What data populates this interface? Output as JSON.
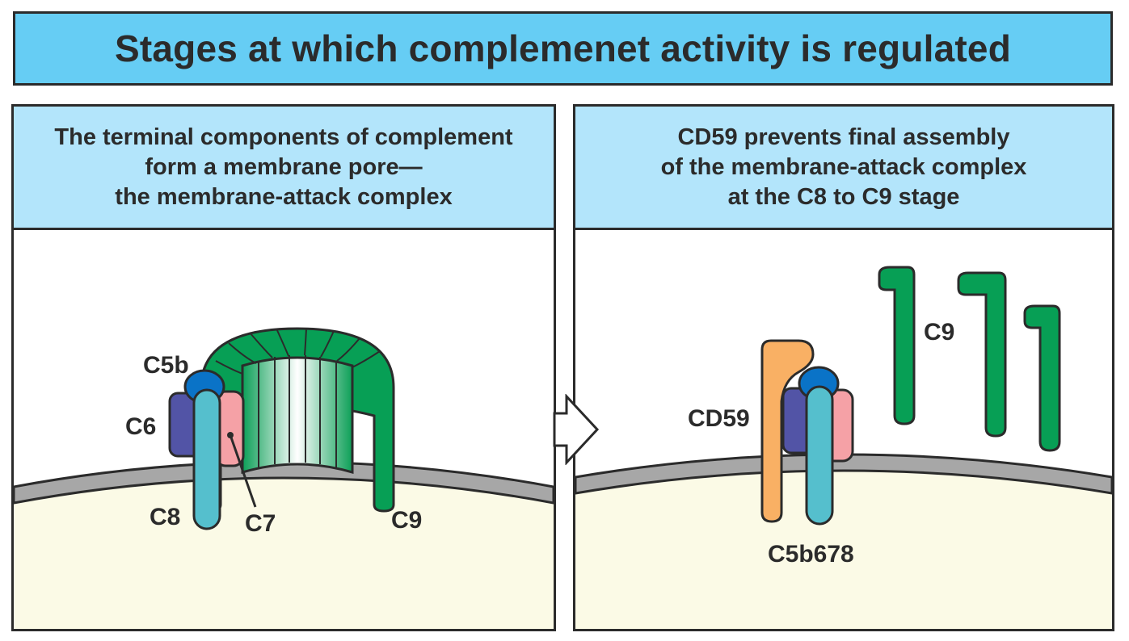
{
  "title": "Stages at which complemenet activity is regulated",
  "left_panel": {
    "caption": [
      "The terminal components of complement",
      "form  a membrane pore—",
      "the membrane-attack complex"
    ],
    "labels": {
      "c5b": "C5b",
      "c6": "C6",
      "c7": "C7",
      "c8": "C8",
      "c9": "C9"
    }
  },
  "right_panel": {
    "caption": [
      "CD59 prevents final assembly",
      "of the membrane-attack complex",
      "at the C8 to C9 stage"
    ],
    "labels": {
      "cd59": "CD59",
      "c9": "C9",
      "c5b678": "C5b678"
    }
  },
  "colors": {
    "title_bg": "#66cdf4",
    "header_bg": "#b3e5fb",
    "cell_interior": "#fbfae6",
    "membrane": "#a7a7a7",
    "c9_green": "#079f55",
    "c5b_blue": "#0a73c7",
    "c6_purple": "#5254a6",
    "c7_pink": "#f5a1a6",
    "c8_teal": "#55bfcd",
    "cd59_orange": "#f9b064"
  },
  "icons": {
    "transition_arrow": "right-arrow-icon"
  }
}
